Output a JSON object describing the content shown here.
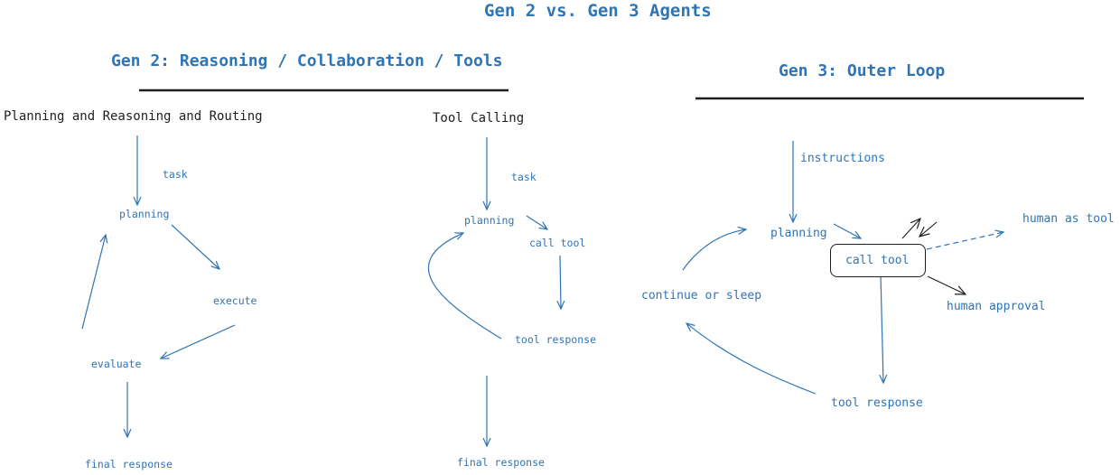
{
  "title": "Gen 2 vs. Gen 3 Agents",
  "gen2": {
    "heading": "Gen 2: Reasoning / Collaboration / Tools",
    "planning_panel": {
      "heading": "Planning and Reasoning and Routing",
      "nodes": {
        "task": "task",
        "planning": "planning",
        "execute": "execute",
        "evaluate": "evaluate",
        "final_response": "final response"
      }
    },
    "tool_panel": {
      "heading": "Tool Calling",
      "nodes": {
        "task": "task",
        "planning": "planning",
        "call_tool": "call tool",
        "tool_response": "tool response",
        "final_response": "final response"
      }
    }
  },
  "gen3": {
    "heading": "Gen 3: Outer Loop",
    "nodes": {
      "instructions": "instructions",
      "planning": "planning",
      "call_tool": "call tool",
      "human_as_tool": "human as tool",
      "human_approval": "human approval",
      "continue_or_sleep": "continue or sleep",
      "tool_response": "tool response"
    }
  },
  "colors": {
    "accent": "#2f74b5",
    "ink": "#1e1e1e"
  }
}
